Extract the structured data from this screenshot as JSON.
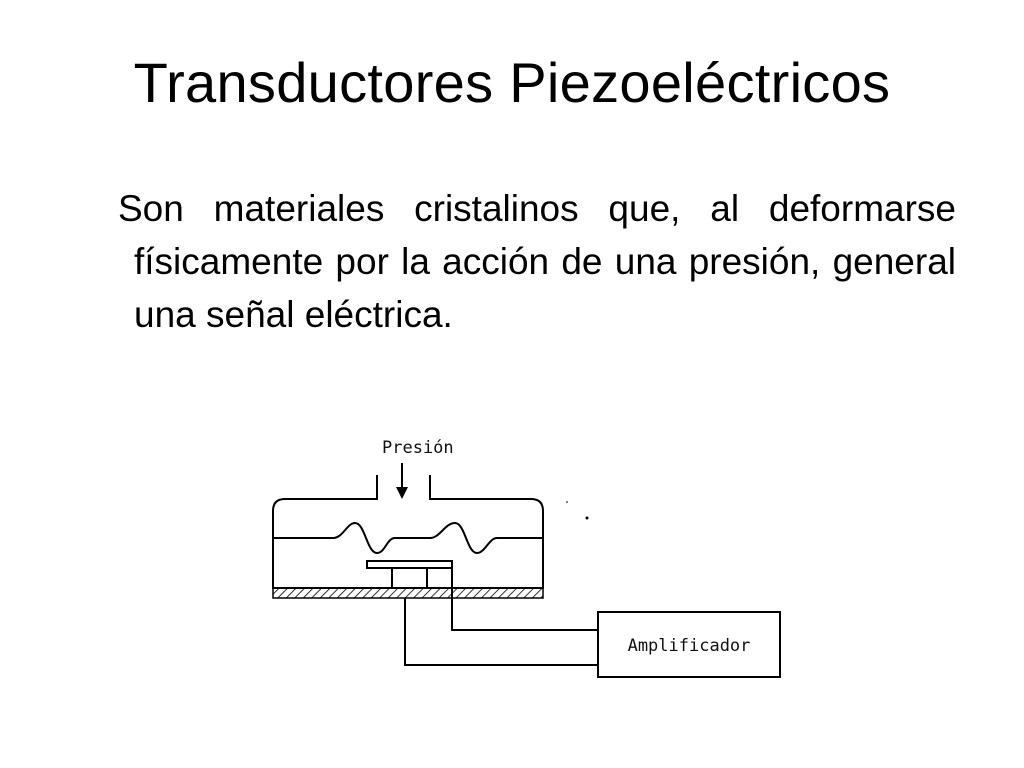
{
  "slide": {
    "title": "Transductores Piezoeléctricos",
    "body": "Son materiales cristalinos que, al deformarse  físicamente por la acción de una presión, general una  señal eléctrica."
  },
  "diagram": {
    "pressure_label": "Presión",
    "amplifier_label": "Amplificador"
  }
}
